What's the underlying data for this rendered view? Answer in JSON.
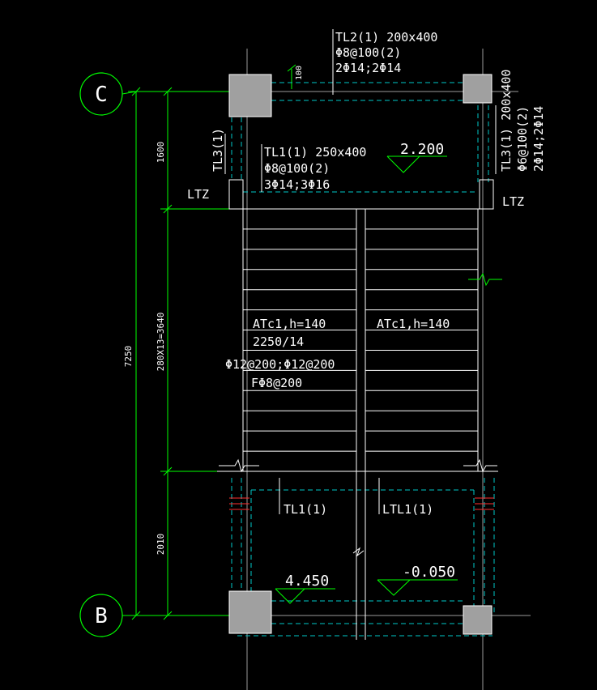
{
  "axes": {
    "top": "C",
    "bottom": "B"
  },
  "dimensions": {
    "total": "7250",
    "seg1": "1600",
    "seg2": "280X13=3640",
    "seg3": "2010",
    "small": "100"
  },
  "beams": {
    "tl2": [
      "TL2(1) 200x400",
      "Φ8@100(2)",
      "2Φ14;2Φ14"
    ],
    "tl1_top": [
      "TL1(1) 250x400",
      "Φ8@100(2)",
      "3Φ14;3Φ16"
    ],
    "tl3_right": [
      "TL3(1) 200x400",
      "Φ6@100(2)",
      "2Φ14;2Φ14"
    ],
    "tl3_left": "TL3(1)",
    "ltz_left": "LTZ",
    "ltz_right": "LTZ",
    "tl1_bottom": "TL1(1)",
    "ltl1": "LTL1(1)"
  },
  "stairs": {
    "left": [
      "ATc1,h=140",
      "2250/14",
      "Φ12@200;Φ12@200",
      "FΦ8@200"
    ],
    "right": "ATc1,h=140"
  },
  "levels": {
    "top": "2.200",
    "bottom_left": "4.450",
    "bottom_right": "-0.050"
  },
  "colors": {
    "background": "#000000",
    "lines": "#ffffff",
    "dimension": "#00ff00",
    "hidden": "#00c8c8",
    "column": "#a0a0a0",
    "section": "#ff3030"
  }
}
